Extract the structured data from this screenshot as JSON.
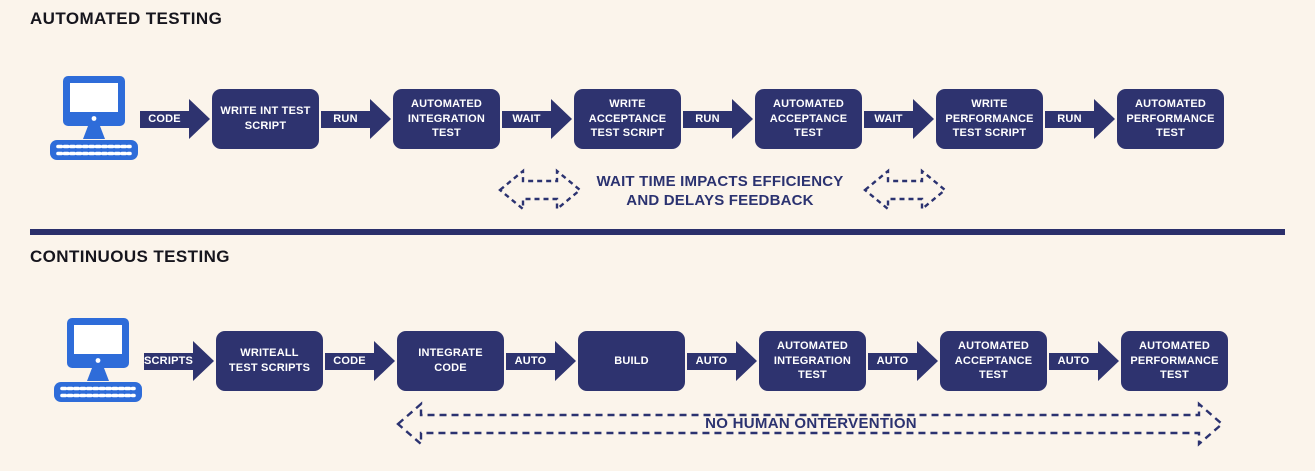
{
  "colors": {
    "background": "#FBF4EB",
    "navy": "#2E336F",
    "divider_navy": "#2B2F6B",
    "annotation_navy": "#2B3270",
    "title_text": "#16151D",
    "computer_blue": "#2E6CD9",
    "box_text": "#FFFFFF"
  },
  "icons": {
    "computer": "computer-icon",
    "dashed_double_arrow": "dashed-double-arrow-icon",
    "solid_flow_arrow": "flow-arrow-icon"
  },
  "automated": {
    "title": "AUTOMATED TESTING",
    "flow": [
      {
        "type": "arrow",
        "label": "CODE"
      },
      {
        "type": "box",
        "label": "WRITE INT TEST\nSCRIPT"
      },
      {
        "type": "arrow",
        "label": "RUN"
      },
      {
        "type": "box",
        "label": "AUTOMATED\nINTEGRATION\nTEST"
      },
      {
        "type": "arrow",
        "label": "WAIT"
      },
      {
        "type": "box",
        "label": "WRITE\nACCEPTANCE\nTEST SCRIPT"
      },
      {
        "type": "arrow",
        "label": "RUN"
      },
      {
        "type": "box",
        "label": "AUTOMATED\nACCEPTANCE\nTEST"
      },
      {
        "type": "arrow",
        "label": "WAIT"
      },
      {
        "type": "box",
        "label": "WRITE\nPERFORMANCE\nTEST SCRIPT"
      },
      {
        "type": "arrow",
        "label": "RUN"
      },
      {
        "type": "box",
        "label": "AUTOMATED\nPERFORMANCE\nTEST"
      }
    ],
    "note_line1": "WAIT TIME IMPACTS EFFICIENCY",
    "note_line2": "AND DELAYS FEEDBACK"
  },
  "continuous": {
    "title": "CONTINUOUS TESTING",
    "flow": [
      {
        "type": "arrow",
        "label": "SCRIPTS"
      },
      {
        "type": "box",
        "label": "WRITEALL\nTEST SCRIPTS"
      },
      {
        "type": "arrow",
        "label": "CODE"
      },
      {
        "type": "box",
        "label": "INTEGRATE\nCODE"
      },
      {
        "type": "arrow",
        "label": "AUTO"
      },
      {
        "type": "box",
        "label": "BUILD"
      },
      {
        "type": "arrow",
        "label": "AUTO"
      },
      {
        "type": "box",
        "label": "AUTOMATED\nINTEGRATION\nTEST"
      },
      {
        "type": "arrow",
        "label": "AUTO"
      },
      {
        "type": "box",
        "label": "AUTOMATED\nACCEPTANCE\nTEST"
      },
      {
        "type": "arrow",
        "label": "AUTO"
      },
      {
        "type": "box",
        "label": "AUTOMATED\nPERFORMANCE\nTEST"
      }
    ],
    "note": "NO HUMAN ONTERVENTION"
  }
}
